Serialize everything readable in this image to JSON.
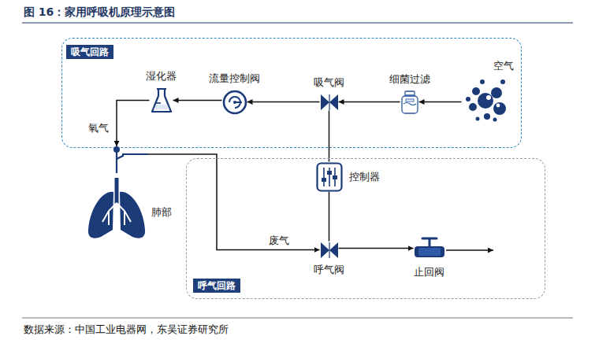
{
  "diagram": {
    "title": "图 16：家用呼吸机原理示意图",
    "caption": "数据来源：中国工业电器网，东吴证券研究所",
    "nodes": [
      {
        "text": [
          "吸气回路"
        ]
      },
      {
        "text": [
          "湿化器"
        ],
        "in": 0
      },
      {
        "text": [
          "流量控制阀"
        ],
        "in": 0
      },
      {
        "text": [
          "吸气阀"
        ],
        "in": 0
      },
      {
        "text": [
          "细菌过滤"
        ],
        "in": 0
      },
      {
        "text": [
          "空气"
        ],
        "in": 0
      },
      {
        "text": [
          "肺部"
        ]
      },
      {
        "text": [
          "呼气回路"
        ]
      },
      {
        "text": [
          "控制器"
        ],
        "in": 7
      },
      {
        "text": [
          "呼气阀"
        ],
        "in": 7
      },
      {
        "text": [
          "止回阀"
        ],
        "in": 7
      }
    ],
    "edges": [
      {
        "from": 5,
        "to": 4,
        "arrow": "to"
      },
      {
        "from": 4,
        "to": 3,
        "arrow": "to"
      },
      {
        "from": 3,
        "to": 2,
        "arrow": "to"
      },
      {
        "from": 2,
        "to": 1,
        "arrow": "to"
      },
      {
        "from": 1,
        "to": 6,
        "label": "氧气",
        "arrow": "to"
      },
      {
        "from": 6,
        "to": 9,
        "label": "废气",
        "arrow": "to"
      },
      {
        "from": 9,
        "to": 10,
        "arrow": "to"
      },
      {
        "from": 8,
        "to": 3,
        "arrow": "none"
      },
      {
        "from": 8,
        "to": 9,
        "arrow": "none"
      }
    ]
  }
}
